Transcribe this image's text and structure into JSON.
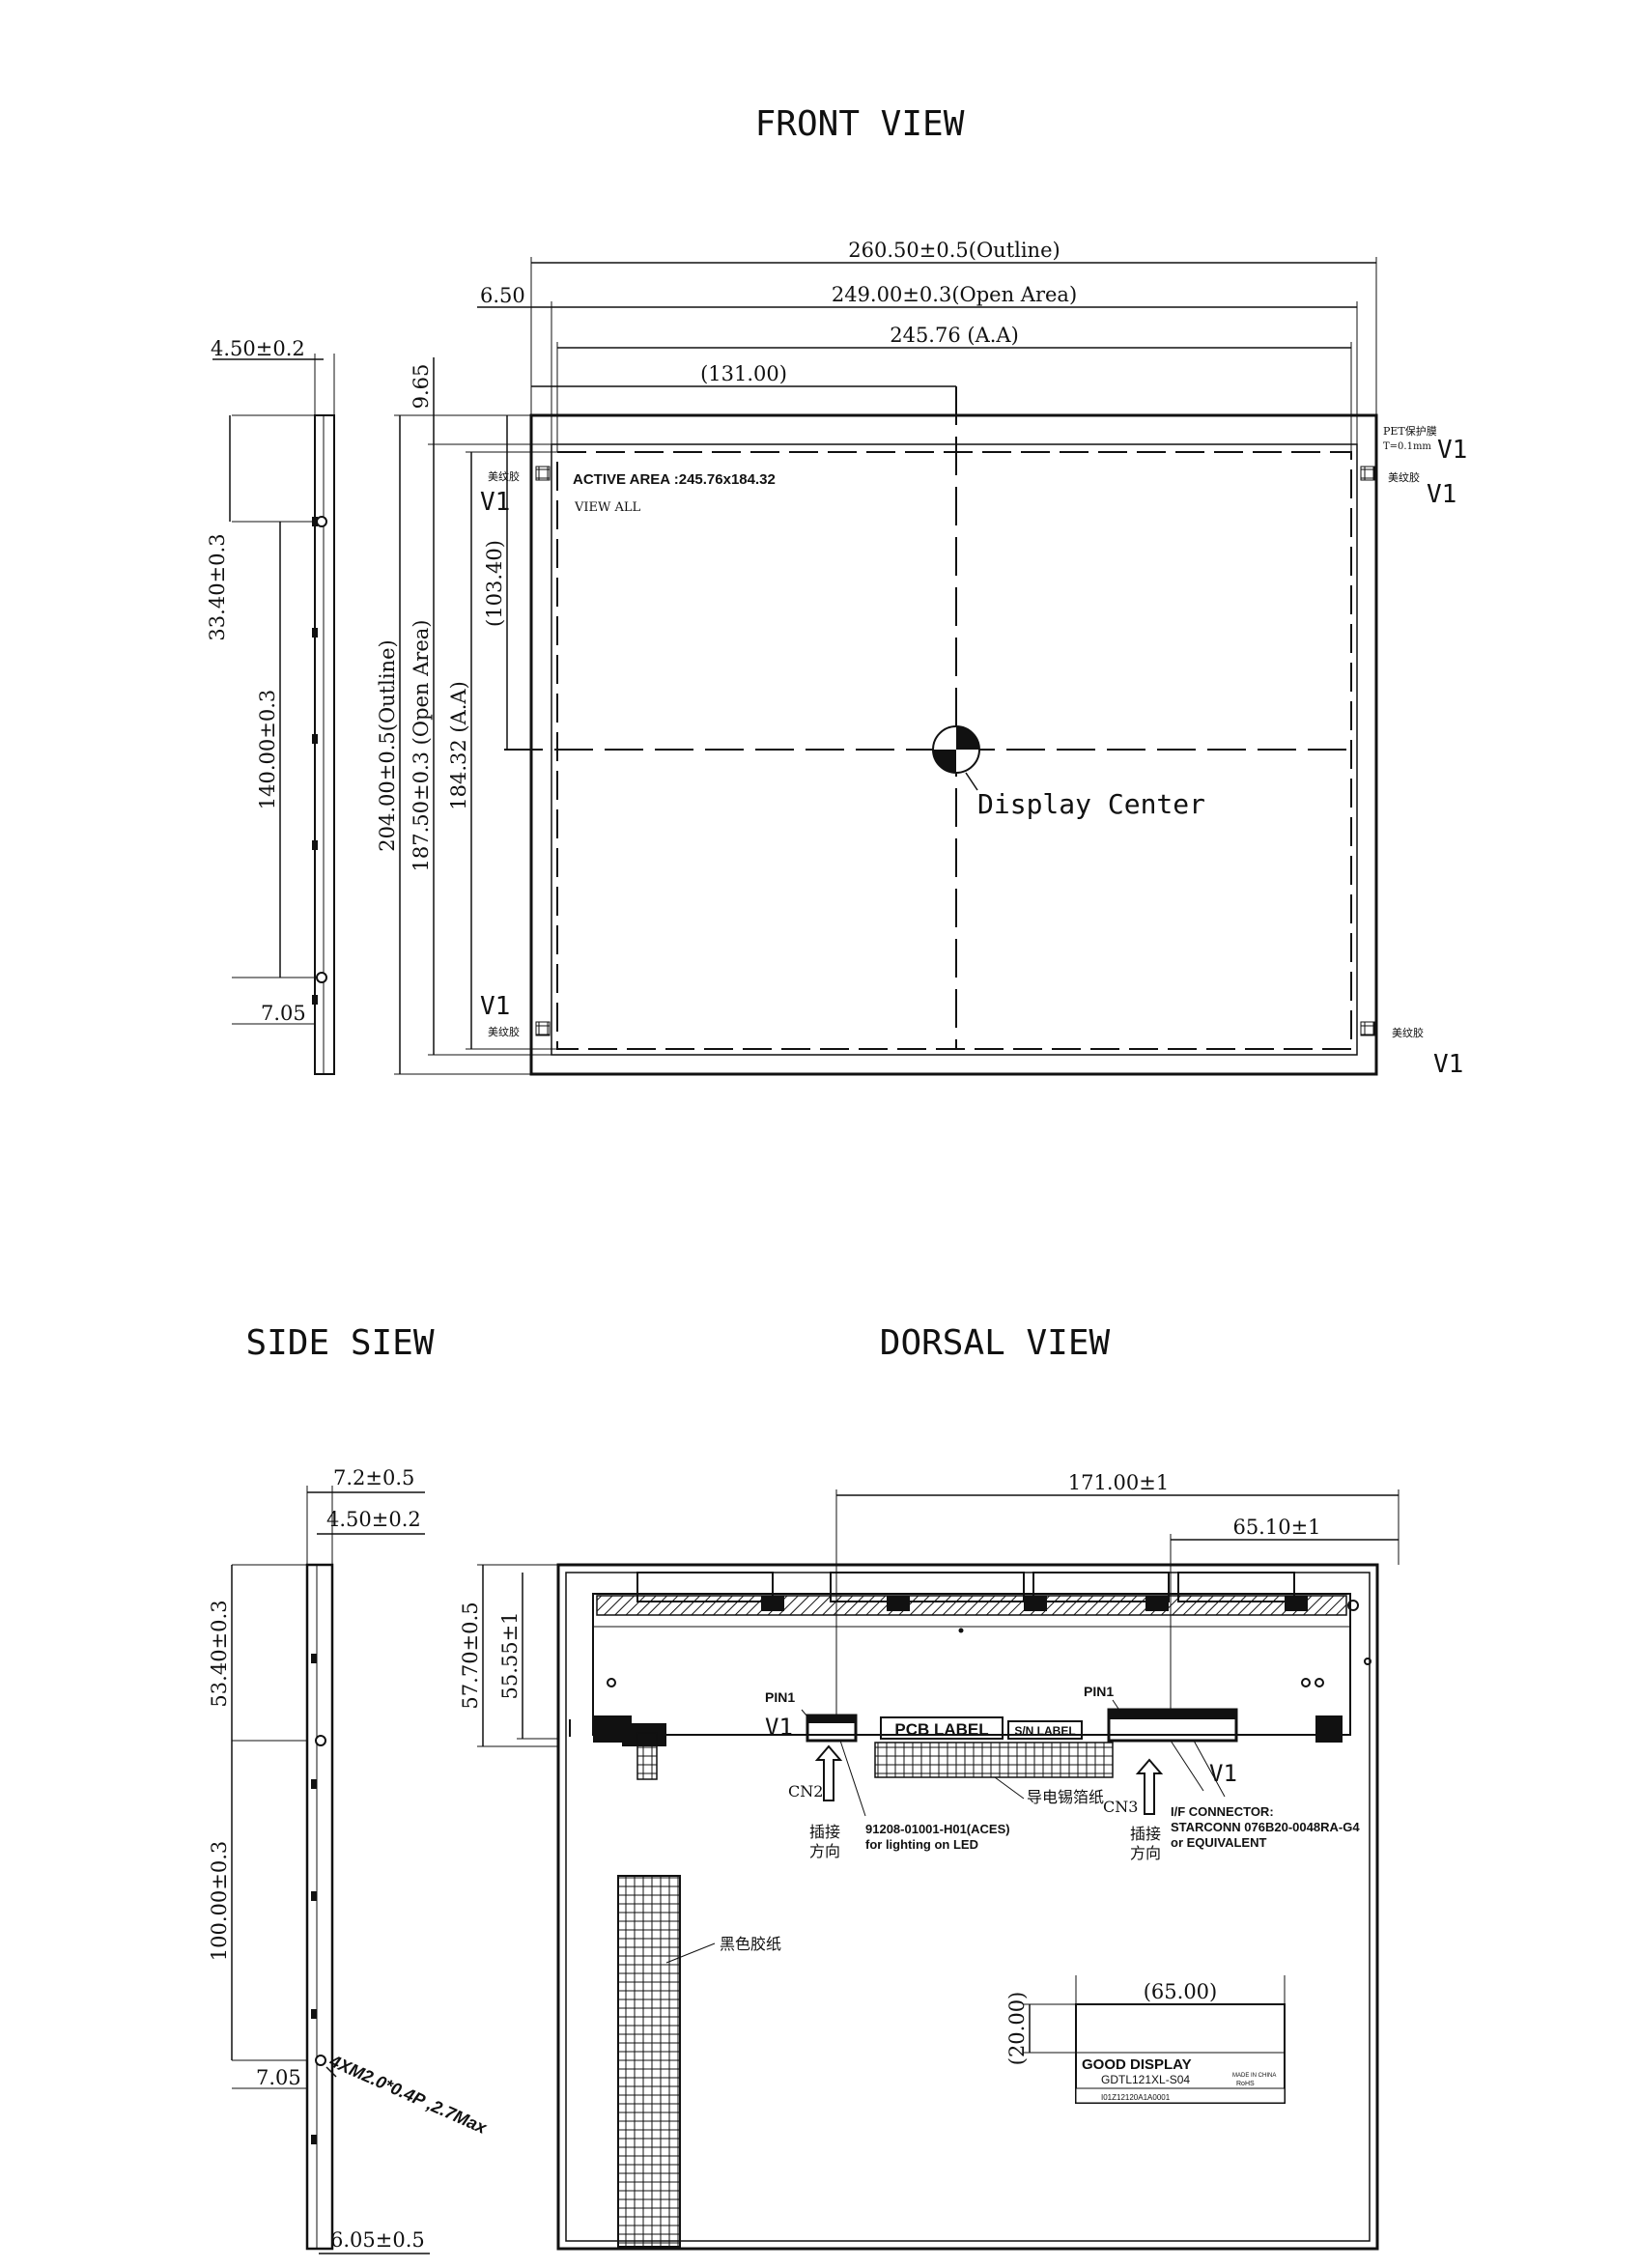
{
  "front_view": {
    "title": "FRONT VIEW",
    "dim_outline_w": "260.50±0.5(Outline)",
    "dim_open_w": "249.00±0.3(Open Area)",
    "dim_aa_w": "245.76 (A.A)",
    "dim_offset_left": "6.50",
    "dim_center_x": "(131.00)",
    "dim_top_offset": "9.65",
    "dim_outline_h": "204.00±0.5(Outline)",
    "dim_open_h": "187.50±0.3 (Open Area)",
    "dim_aa_h": "184.32 (A.A)",
    "dim_center_y": "(103.40)",
    "active_area_text": "ACTIVE AREA :245.76x184.32",
    "view_all_text": "VIEW ALL",
    "display_center": "Display Center",
    "pet_film_line1": "PET保护膜",
    "pet_film_line2": "T=0.1mm",
    "v1": "V1",
    "tape_label": "美纹胶",
    "side_thickness": "4.50±0.2",
    "side_hole1": "33.40±0.3",
    "side_pitch": "140.00±0.3",
    "side_bottom": "7.05"
  },
  "side_view": {
    "title": "SIDE SIEW",
    "total_thickness": "7.2±0.5",
    "thickness": "4.50±0.2",
    "hole1": "53.40±0.3",
    "pitch": "100.00±0.3",
    "bottom": "7.05",
    "screw_note": "4XM2.0*0.4P ,2.7Max",
    "bottom_thickness": "6.05±0.5"
  },
  "dorsal_view": {
    "title": "DORSAL VIEW",
    "dim_171": "171.00±1",
    "dim_65_10": "65.10±1",
    "dim_57_70": "57.70±0.5",
    "dim_55_55": "55.55±1",
    "pin1": "PIN1",
    "v1": "V1",
    "cn2": "CN2",
    "cn3": "CN3",
    "insert_dir_1": "插接",
    "insert_dir_2": "方向",
    "pcb_label": "PCB LABEL",
    "sn_label": "S/N LABEL",
    "conductive_tape": "导电锡箔纸",
    "led_conn_1": "91208-01001-H01(ACES)",
    "led_conn_2": "for lighting on LED",
    "if_conn_1": "I/F CONNECTOR:",
    "if_conn_2": "STARCONN 076B20-0048RA-G4",
    "if_conn_3": "or EQUIVALENT",
    "black_tape": "黑色胶纸",
    "label_w": "(65.00)",
    "label_h": "(20.00)",
    "label_brand": "GOOD DISPLAY",
    "label_model": "GDTL121XL-S04",
    "label_made": "MADE IN CHINA",
    "label_rohs": "RoHS",
    "label_serial": "I01Z12120A1A0001"
  }
}
